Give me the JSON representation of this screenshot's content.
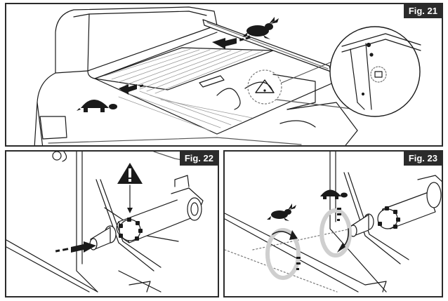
{
  "figures": [
    {
      "label": "Fig. 21"
    },
    {
      "label": "Fig. 22"
    },
    {
      "label": "Fig. 23"
    }
  ],
  "colors": {
    "border": "#2b2b2b",
    "line": "#1a1a1a",
    "hatch": "#9a9a9a",
    "ring": "#cfcfcf"
  },
  "icons": [
    "rabbit-icon",
    "turtle-icon",
    "warning-icon",
    "arrow-icon",
    "rotation-arrow-icon",
    "zoom-circle"
  ]
}
